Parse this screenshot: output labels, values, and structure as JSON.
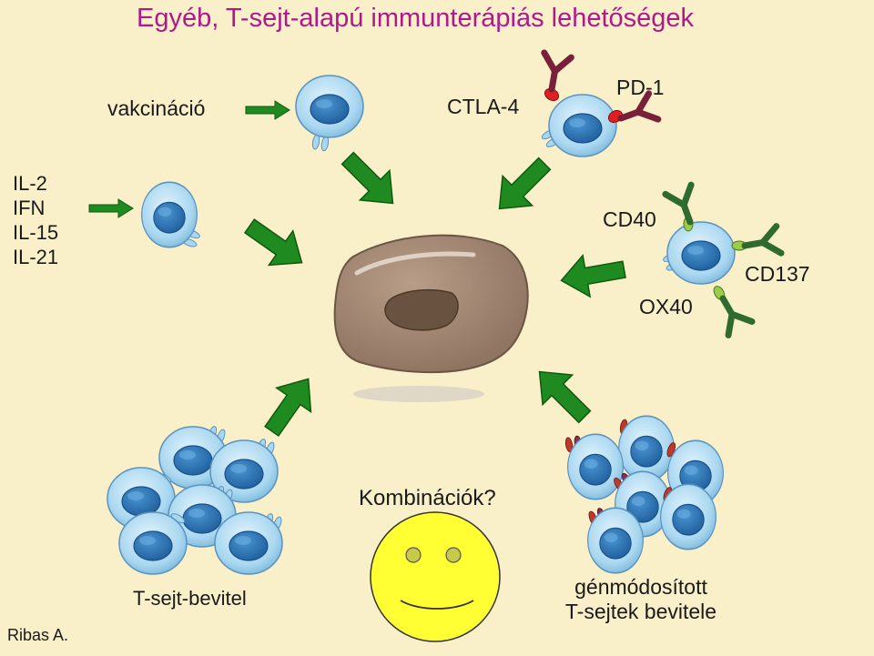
{
  "title": "Egyéb, T-sejt-alapú immunterápiás lehetőségek",
  "labels": {
    "vaccination": "vakcináció",
    "ctla4": "CTLA-4",
    "pd1": "PD-1",
    "cd40": "CD40",
    "cd137": "CD137",
    "ox40": "OX40",
    "combinations": "Kombinációk?",
    "t_cell_transfer": "T-sejt-bevitel",
    "gm_line1": "génmódosított",
    "gm_line2": "T-sejtek bevitele",
    "credit": "Ribas A."
  },
  "cytokines": [
    "IL-2",
    "IFN",
    "IL-15",
    "IL-21"
  ],
  "colors": {
    "title": "#b0198c",
    "background": "#f9efc8",
    "arrow": "#1f8a1f",
    "cell_fill": "#a9d7f0",
    "nucleus": "#2c73b5",
    "tumor": "#9e8470",
    "antibody_maroon": "#7a1f3a",
    "antibody_green": "#2f6b2f",
    "receptor_red": "#e02020",
    "receptor_green": "#9ccc4a",
    "smiley": "#ffff33"
  }
}
